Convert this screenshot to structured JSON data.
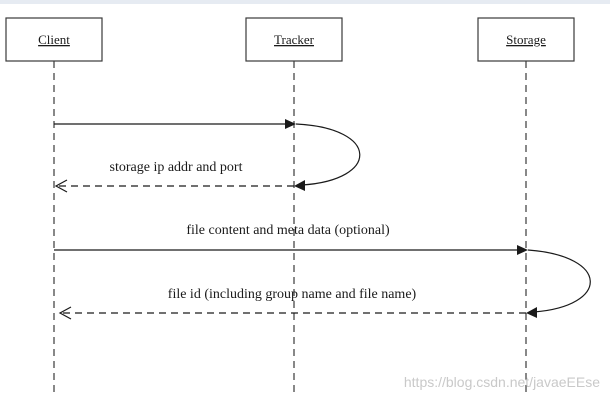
{
  "actors": [
    {
      "id": "client",
      "label": "Client"
    },
    {
      "id": "tracker",
      "label": "Tracker"
    },
    {
      "id": "storage",
      "label": "Storage"
    }
  ],
  "messages": [
    {
      "from": "client",
      "to": "tracker",
      "style": "solid",
      "label": ""
    },
    {
      "from": "tracker",
      "to": "client",
      "style": "dashed",
      "label": "storage ip addr and port"
    },
    {
      "from": "client",
      "to": "storage",
      "style": "solid",
      "label": "file content and meta data (optional)"
    },
    {
      "from": "storage",
      "to": "client",
      "style": "dashed",
      "label": "file id (including group name and file name)"
    }
  ],
  "watermark": "https://blog.csdn.net/javaeEEse"
}
